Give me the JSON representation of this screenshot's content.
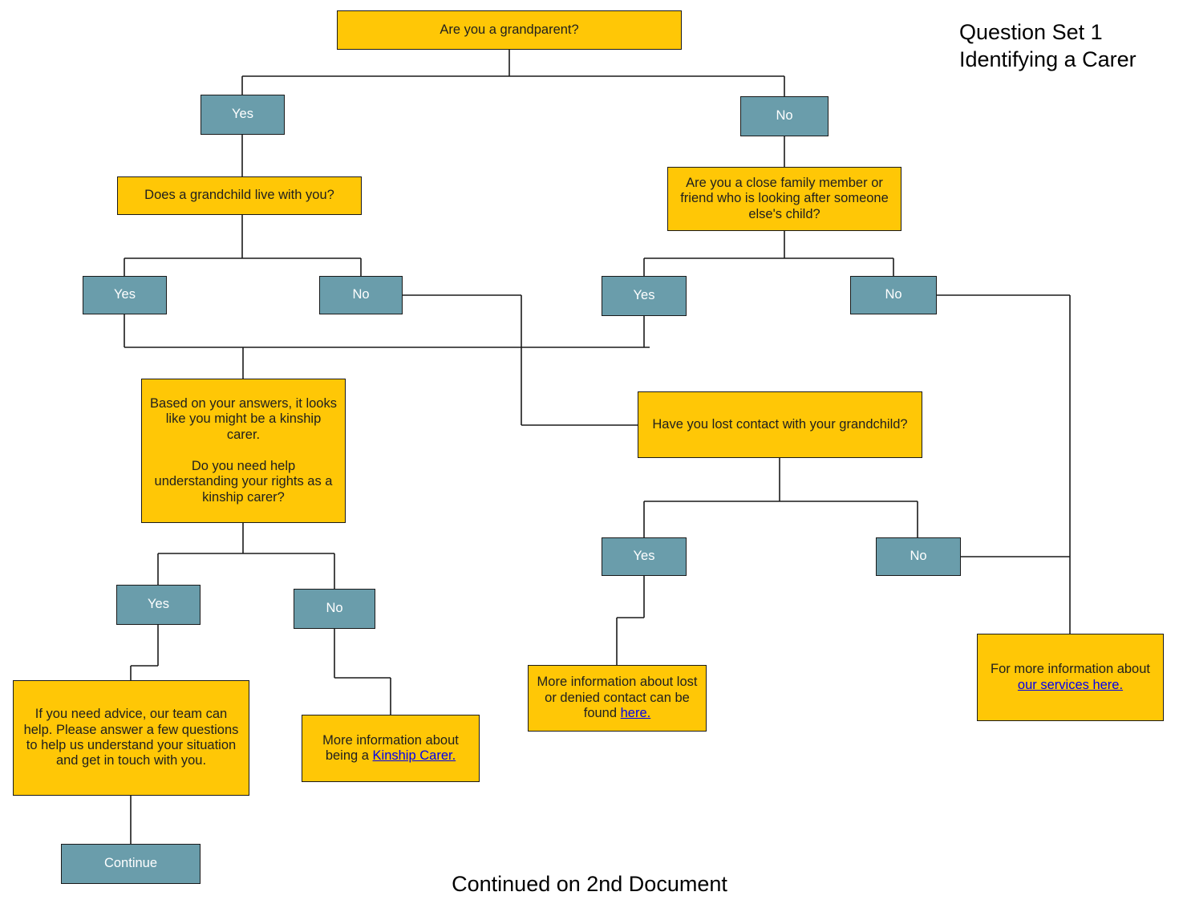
{
  "title": {
    "line1": "Question Set 1",
    "line2": "Identifying a Carer",
    "full": "Question Set 1\nIdentifying a Carer"
  },
  "footer": {
    "text": "Continued on 2nd Document"
  },
  "colors": {
    "question_fill": "#FFC706",
    "answer_fill": "#6A9DAB",
    "border": "#1a1a1a",
    "question_text": "#1f1f1f",
    "answer_text": "#ffffff",
    "page_background": "#ffffff"
  },
  "chart_data": {
    "type": "diagram",
    "subtype": "decision-flowchart",
    "title": "Question Set 1 — Identifying a Carer",
    "node_kinds": {
      "question": "yellow rectangle",
      "answer": "blue rectangle"
    },
    "nodes": [
      {
        "id": "q1",
        "kind": "question",
        "text": "Are you a grandparent?"
      },
      {
        "id": "a1y",
        "kind": "answer",
        "text": "Yes"
      },
      {
        "id": "a1n",
        "kind": "answer",
        "text": "No"
      },
      {
        "id": "q2",
        "kind": "question",
        "text": "Does a grandchild live with you?"
      },
      {
        "id": "q3",
        "kind": "question",
        "text": "Are you a close family member or friend who is looking after someone else's child?"
      },
      {
        "id": "a2y",
        "kind": "answer",
        "text": "Yes"
      },
      {
        "id": "a2n",
        "kind": "answer",
        "text": "No"
      },
      {
        "id": "a3y",
        "kind": "answer",
        "text": "Yes"
      },
      {
        "id": "a3n",
        "kind": "answer",
        "text": "No"
      },
      {
        "id": "q4",
        "kind": "question",
        "text": "Based on your answers, it looks like you might be a kinship carer.\n\nDo you need help understanding your rights as a kinship carer?"
      },
      {
        "id": "q5",
        "kind": "question",
        "text": "Have you lost contact with your grandchild?"
      },
      {
        "id": "a4y",
        "kind": "answer",
        "text": "Yes"
      },
      {
        "id": "a4n",
        "kind": "answer",
        "text": "No"
      },
      {
        "id": "a5y",
        "kind": "answer",
        "text": "Yes"
      },
      {
        "id": "a5n",
        "kind": "answer",
        "text": "No"
      },
      {
        "id": "o1",
        "kind": "question",
        "text": "If you need advice, our team can help. Please answer a few questions to help us understand your situation and get in touch with you."
      },
      {
        "id": "o2",
        "kind": "question",
        "text": "More information about being a Kinship Carer."
      },
      {
        "id": "o3",
        "kind": "question",
        "text": "More information about lost or denied contact can be found here."
      },
      {
        "id": "o4",
        "kind": "question",
        "text": "For more information about our services here."
      },
      {
        "id": "cont",
        "kind": "answer",
        "text": "Continue"
      }
    ],
    "edges": [
      {
        "from": "q1",
        "to": "a1y"
      },
      {
        "from": "q1",
        "to": "a1n"
      },
      {
        "from": "a1y",
        "to": "q2"
      },
      {
        "from": "a1n",
        "to": "q3"
      },
      {
        "from": "q2",
        "to": "a2y"
      },
      {
        "from": "q2",
        "to": "a2n"
      },
      {
        "from": "q3",
        "to": "a3y"
      },
      {
        "from": "q3",
        "to": "a3n"
      },
      {
        "from": "a2y",
        "to": "q4"
      },
      {
        "from": "a3y",
        "to": "q4"
      },
      {
        "from": "a2n",
        "to": "q5"
      },
      {
        "from": "q4",
        "to": "a4y"
      },
      {
        "from": "q4",
        "to": "a4n"
      },
      {
        "from": "a4y",
        "to": "o1"
      },
      {
        "from": "a4n",
        "to": "o2"
      },
      {
        "from": "q5",
        "to": "a5y"
      },
      {
        "from": "q5",
        "to": "a5n"
      },
      {
        "from": "a5y",
        "to": "o3"
      },
      {
        "from": "a5n",
        "to": "o4"
      },
      {
        "from": "a3n",
        "to": "o4"
      },
      {
        "from": "o1",
        "to": "cont"
      }
    ],
    "links": [
      {
        "in_node": "o2",
        "label": "Kinship Carer."
      },
      {
        "in_node": "o3",
        "label": "here."
      },
      {
        "in_node": "o4",
        "label": "our services here."
      }
    ]
  },
  "nodes": {
    "q1": {
      "text": "Are you a grandparent?"
    },
    "a1y": {
      "text": "Yes"
    },
    "a1n": {
      "text": "No"
    },
    "q2": {
      "text": "Does a grandchild live with you?"
    },
    "q3": {
      "text": "Are you a close family member or friend who is looking after someone else's child?"
    },
    "a2y": {
      "text": "Yes"
    },
    "a2n": {
      "text": "No"
    },
    "a3y": {
      "text": "Yes"
    },
    "a3n": {
      "text": "No"
    },
    "q4": {
      "text": "Based on your answers, it looks like you might be a kinship carer.\n\nDo you need help understanding your rights as a kinship carer?"
    },
    "q5": {
      "text": "Have you lost contact with your grandchild?"
    },
    "a4y": {
      "text": "Yes"
    },
    "a4n": {
      "text": "No"
    },
    "a5y": {
      "text": "Yes"
    },
    "a5n": {
      "text": "No"
    },
    "o1": {
      "text": "If you need advice, our team can help. Please answer a few questions to help us understand your situation and get in touch with you."
    },
    "o2": {
      "prefix": "More information about being a ",
      "link": "Kinship Carer."
    },
    "o3": {
      "prefix": "More information about lost or denied contact can be found ",
      "link": "here."
    },
    "o4": {
      "prefix": "For more information about ",
      "link": "our services here."
    },
    "cont": {
      "text": "Continue"
    }
  }
}
